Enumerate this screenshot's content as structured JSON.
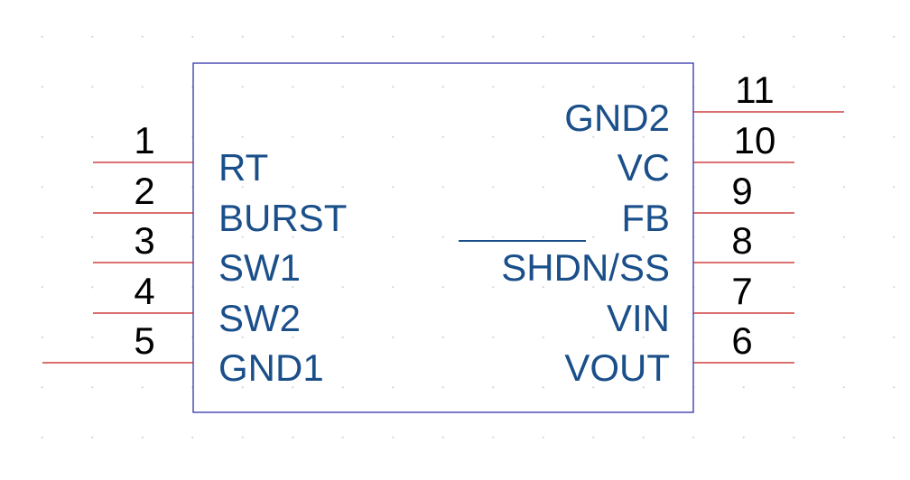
{
  "component": {
    "left_pins": [
      {
        "number": "1",
        "label": "RT"
      },
      {
        "number": "2",
        "label": "BURST"
      },
      {
        "number": "3",
        "label": "SW1"
      },
      {
        "number": "4",
        "label": "SW2"
      },
      {
        "number": "5",
        "label": "GND1"
      }
    ],
    "right_pins": [
      {
        "number": "11",
        "label": "GND2"
      },
      {
        "number": "10",
        "label": "VC"
      },
      {
        "number": "9",
        "label": "FB"
      },
      {
        "number": "8",
        "label": "SHDN/SS"
      },
      {
        "number": "7",
        "label": "VIN"
      },
      {
        "number": "6",
        "label": "VOUT"
      }
    ]
  },
  "colors": {
    "pin_line": "#c41a1a",
    "label_text": "#1a4f8a",
    "body_outline": "#3333aa",
    "pin_number_text": "#000000"
  }
}
